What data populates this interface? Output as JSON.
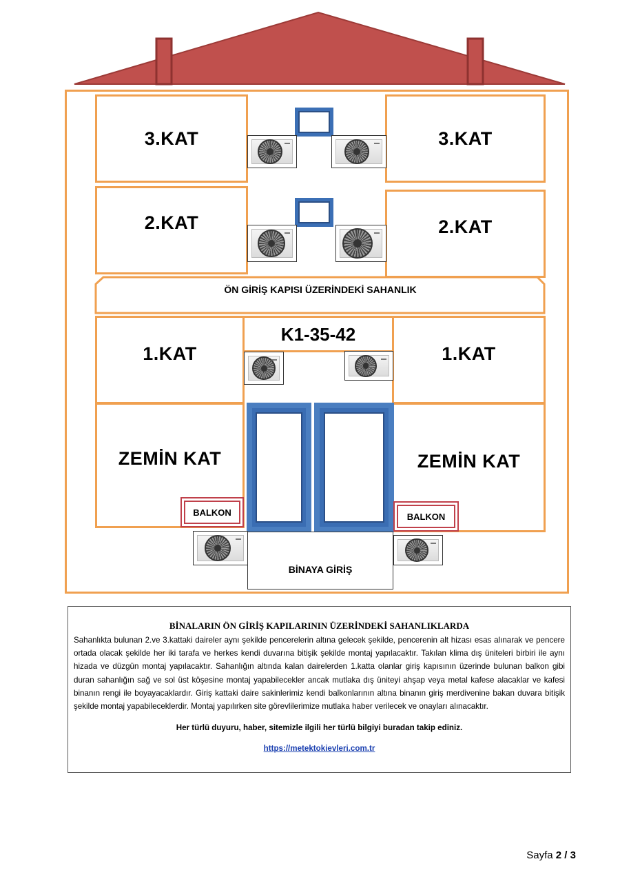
{
  "building": {
    "floors": {
      "kat3_left": "3.KAT",
      "kat3_right": "3.KAT",
      "kat2_left": "2.KAT",
      "kat2_right": "2.KAT",
      "kat1_left": "1.KAT",
      "kat1_right": "1.KAT",
      "zemin_left": "ZEMİN KAT",
      "zemin_right": "ZEMİN KAT"
    },
    "sahanlik_label": "ÖN GİRİŞ KAPISI ÜZERİNDEKİ SAHANLIK",
    "block_code": "K1-35-42",
    "balkon_left": "BALKON",
    "balkon_right": "BALKON",
    "entrance_label": "BİNAYA GİRİŞ"
  },
  "info": {
    "title": "BİNALARIN ÖN GİRİŞ KAPILARININ ÜZERİNDEKİ SAHANLIKLARDA",
    "body": "Sahanlıkta bulunan 2.ve 3.kattaki daireler aynı şekilde pencerelerin altına gelecek şekilde, pencerenin alt hizası esas alınarak ve pencere ortada olacak şekilde her iki tarafa ve herkes kendi duvarına bitişik şekilde montaj yapılacaktır. Takılan klima dış üniteleri birbiri ile aynı hizada ve düzgün montaj yapılacaktır. Sahanlığın altında kalan dairelerden 1.katta olanlar giriş kapısının üzerinde bulunan balkon gibi duran sahanlığın sağ ve sol üst köşesine montaj yapabilecekler ancak mutlaka dış üniteyi ahşap veya metal kafese alacaklar ve kafesi binanın rengi ile boyayacaklardır. Giriş kattaki daire sakinlerimiz kendi balkonlarının altına binanın giriş merdivenine bakan duvara bitişik şekilde montaj yapabileceklerdir. Montaj yapılırken site görevlilerimize mutlaka haber verilecek ve onayları alınacaktır.",
    "note": "Her türlü duyuru, haber, sitemizle ilgili her türlü bilgiyi buradan takip ediniz.",
    "link": "https://metektokievleri.com.tr"
  },
  "footer": {
    "page_prefix": "Sayfa ",
    "page_current": "2",
    "page_sep": " / ",
    "page_total": "3"
  },
  "colors": {
    "roof": "#c0504d",
    "wall_outline": "#f0a050",
    "window_blue": "#3b6fb5",
    "balkon_red": "#c0404a"
  }
}
